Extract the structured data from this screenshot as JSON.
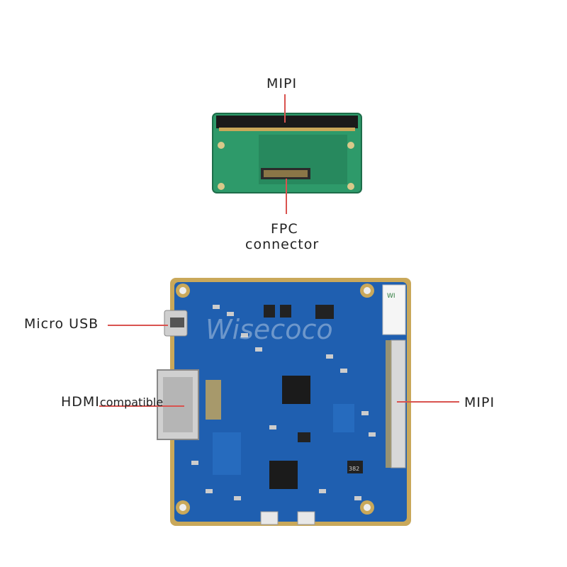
{
  "labels": {
    "top_mipi": "MIPI",
    "fpc_line1": "FPC",
    "fpc_line2": "connector",
    "micro_usb": "Micro USB",
    "hdmi": "HDMI",
    "hdmi_suffix": "compatible",
    "right_mipi": "MIPI"
  },
  "watermark": "Wisecoco",
  "board_marking": "WI",
  "chip_marking": "382",
  "colors": {
    "pcb_blue": "#1f5fb0",
    "pcb_green": "#2e9a6a",
    "pointer_red": "#d9534f",
    "gold": "#c9a85a"
  }
}
